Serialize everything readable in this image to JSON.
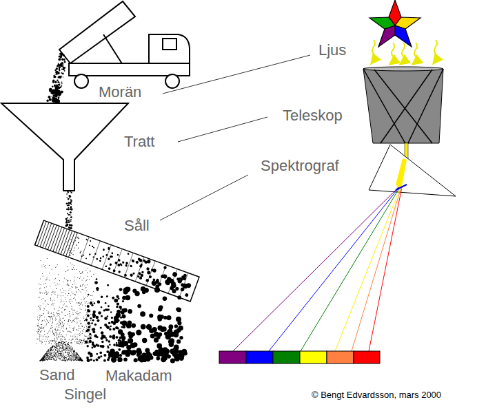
{
  "diagram": {
    "labels": [
      "Ljus",
      "Morän",
      "Teleskop",
      "Tratt",
      "Spektrograf",
      "Såll",
      "Sand",
      "Makadam",
      "Singel",
      "© Bengt Edvardsson, mars 2000"
    ]
  }
}
